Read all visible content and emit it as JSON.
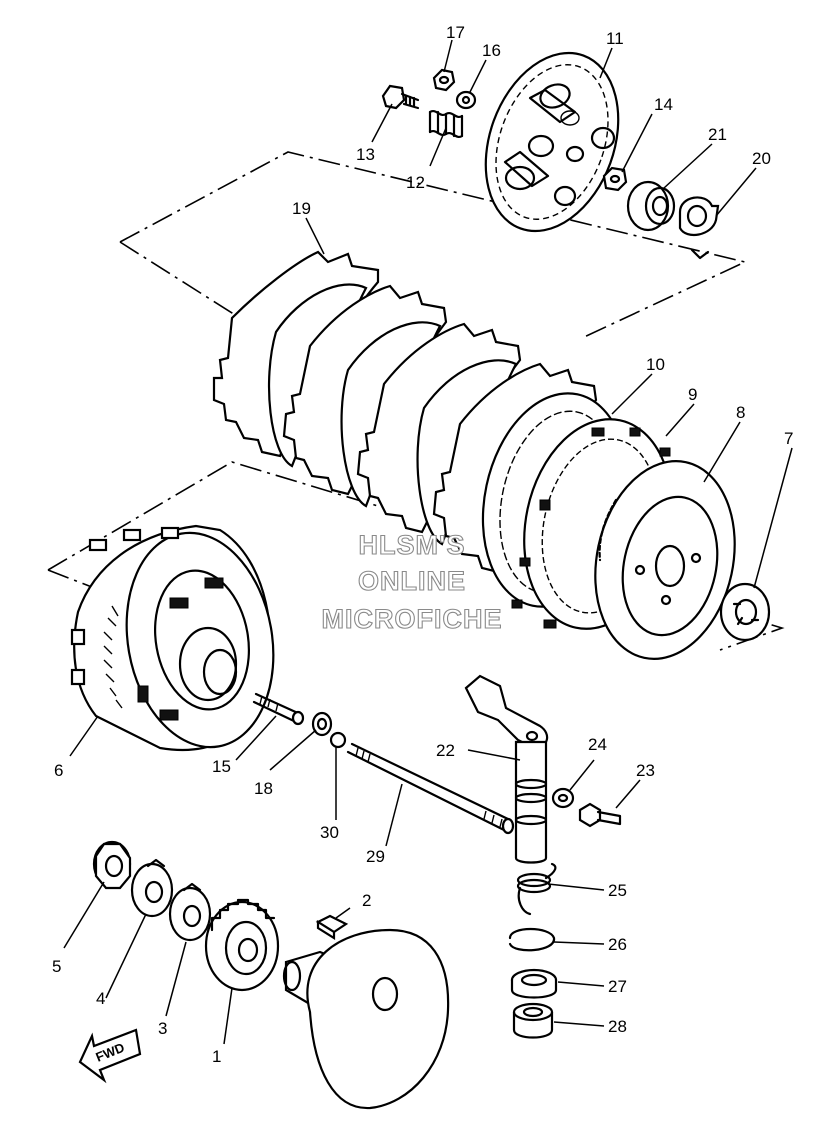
{
  "diagram": {
    "callouts": [
      {
        "id": "c1",
        "label": "1"
      },
      {
        "id": "c2",
        "label": "2"
      },
      {
        "id": "c3",
        "label": "3"
      },
      {
        "id": "c4",
        "label": "4"
      },
      {
        "id": "c5",
        "label": "5"
      },
      {
        "id": "c6",
        "label": "6"
      },
      {
        "id": "c7",
        "label": "7"
      },
      {
        "id": "c8",
        "label": "8"
      },
      {
        "id": "c9",
        "label": "9"
      },
      {
        "id": "c10",
        "label": "10"
      },
      {
        "id": "c11",
        "label": "11"
      },
      {
        "id": "c12",
        "label": "12"
      },
      {
        "id": "c13",
        "label": "13"
      },
      {
        "id": "c14",
        "label": "14"
      },
      {
        "id": "c15",
        "label": "15"
      },
      {
        "id": "c16",
        "label": "16"
      },
      {
        "id": "c17",
        "label": "17"
      },
      {
        "id": "c18",
        "label": "18"
      },
      {
        "id": "c19",
        "label": "19"
      },
      {
        "id": "c20",
        "label": "20"
      },
      {
        "id": "c21",
        "label": "21"
      },
      {
        "id": "c22",
        "label": "22"
      },
      {
        "id": "c23",
        "label": "23"
      },
      {
        "id": "c24",
        "label": "24"
      },
      {
        "id": "c25",
        "label": "25"
      },
      {
        "id": "c26",
        "label": "26"
      },
      {
        "id": "c27",
        "label": "27"
      },
      {
        "id": "c28",
        "label": "28"
      },
      {
        "id": "c29",
        "label": "29"
      },
      {
        "id": "c30",
        "label": "30"
      }
    ],
    "watermark": [
      "HLSM'S",
      "ONLINE",
      "MICROFICHE"
    ],
    "direction_marker": "FWD"
  }
}
